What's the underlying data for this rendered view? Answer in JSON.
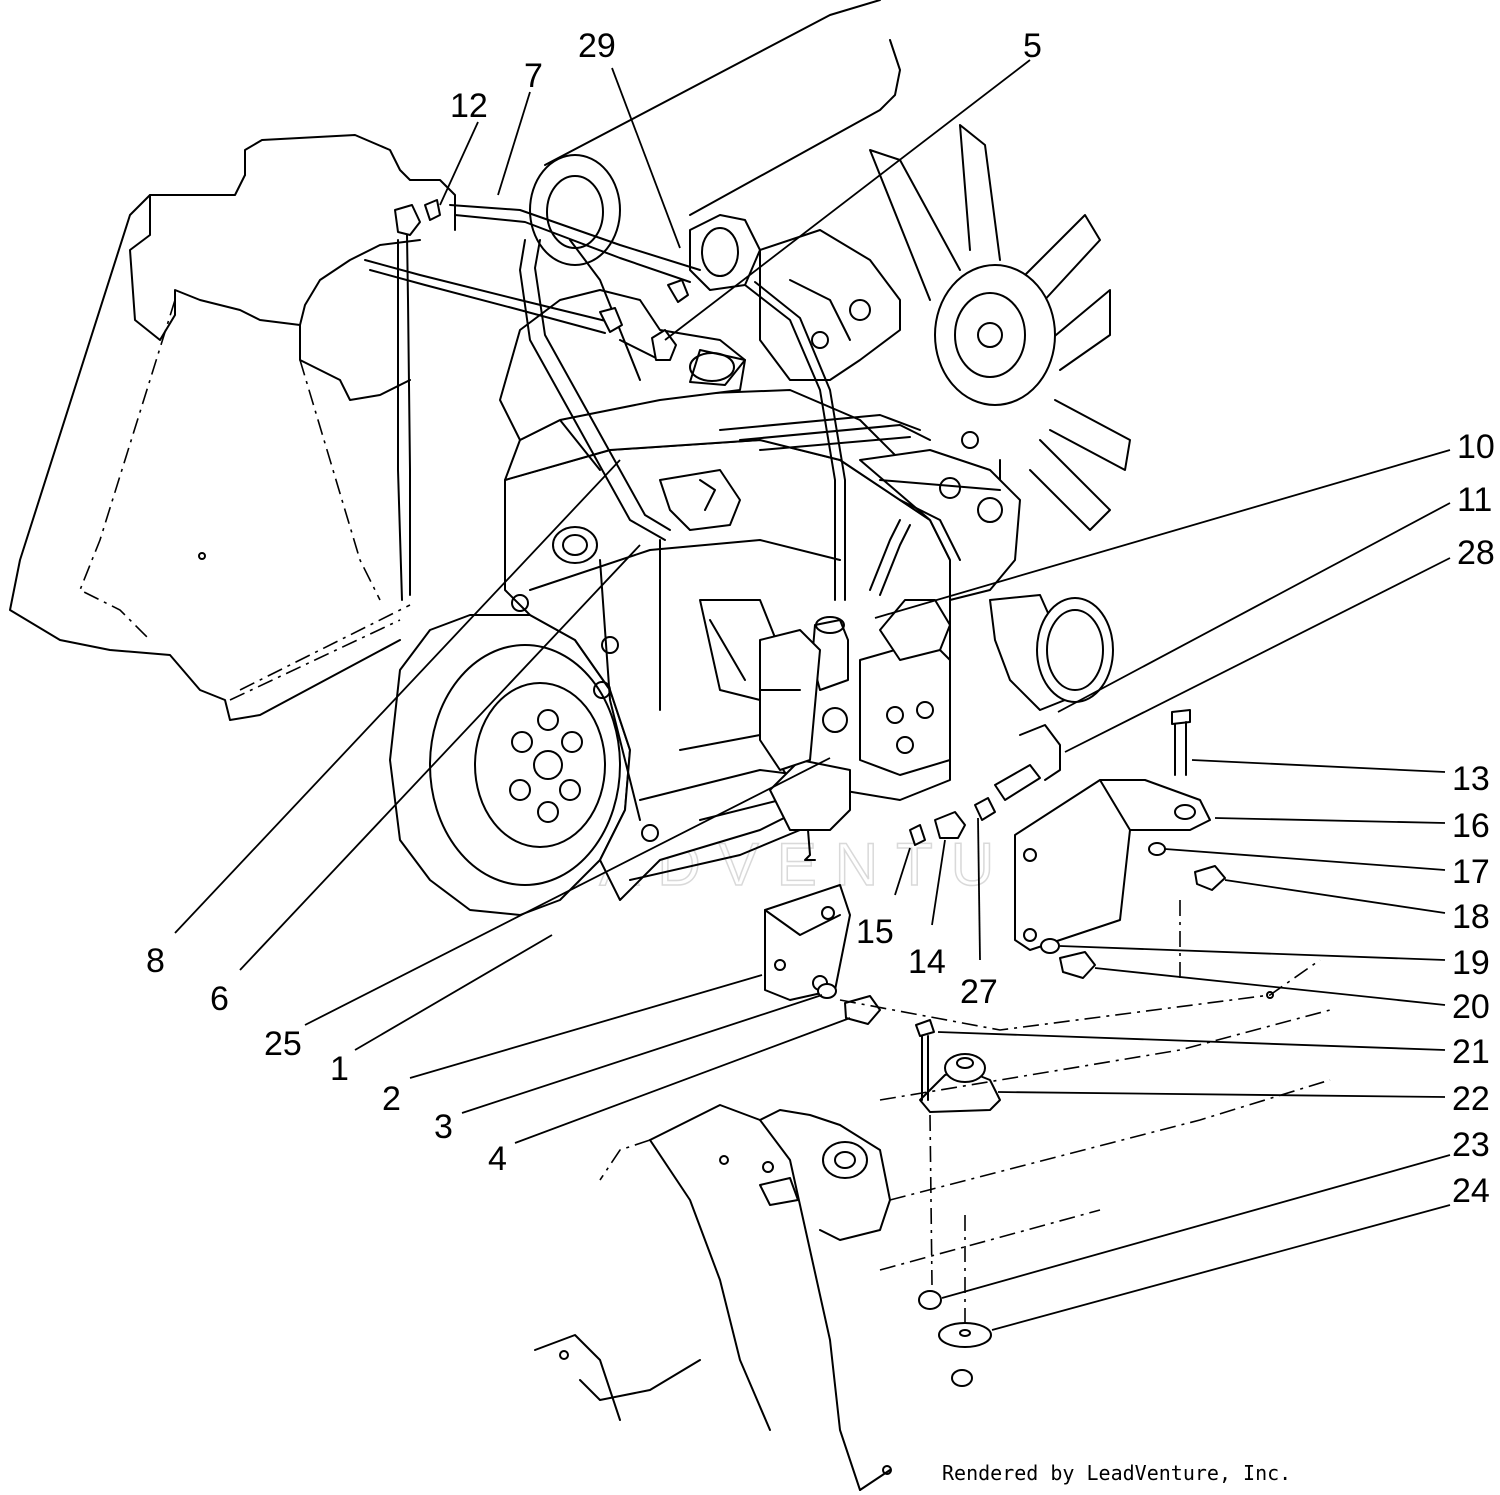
{
  "credit": "Rendered by LeadVenture, Inc.",
  "watermark": "LEADVENTURE",
  "callouts": [
    {
      "id": "1",
      "label": "1"
    },
    {
      "id": "2",
      "label": "2"
    },
    {
      "id": "3",
      "label": "3"
    },
    {
      "id": "4",
      "label": "4"
    },
    {
      "id": "5",
      "label": "5"
    },
    {
      "id": "6",
      "label": "6"
    },
    {
      "id": "7",
      "label": "7"
    },
    {
      "id": "8",
      "label": "8"
    },
    {
      "id": "10",
      "label": "10"
    },
    {
      "id": "11",
      "label": "11"
    },
    {
      "id": "12",
      "label": "12"
    },
    {
      "id": "13",
      "label": "13"
    },
    {
      "id": "14",
      "label": "14"
    },
    {
      "id": "15",
      "label": "15"
    },
    {
      "id": "16",
      "label": "16"
    },
    {
      "id": "17",
      "label": "17"
    },
    {
      "id": "18",
      "label": "18"
    },
    {
      "id": "19",
      "label": "19"
    },
    {
      "id": "20",
      "label": "20"
    },
    {
      "id": "21",
      "label": "21"
    },
    {
      "id": "22",
      "label": "22"
    },
    {
      "id": "23",
      "label": "23"
    },
    {
      "id": "24",
      "label": "24"
    },
    {
      "id": "25",
      "label": "25"
    },
    {
      "id": "27",
      "label": "27"
    },
    {
      "id": "28",
      "label": "28"
    },
    {
      "id": "29",
      "label": "29"
    }
  ]
}
